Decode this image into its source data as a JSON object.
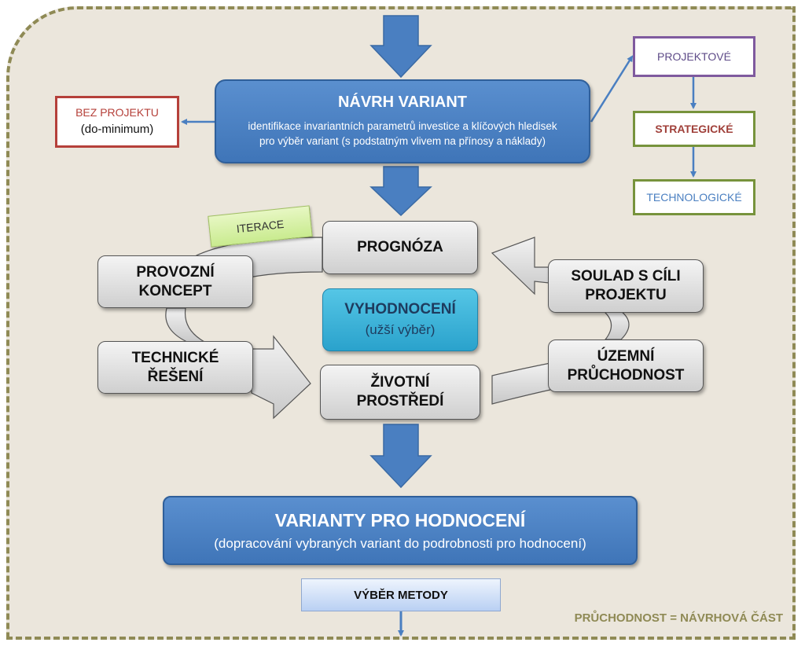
{
  "colors": {
    "blue": "#4a7fc1",
    "red": "#b5403a",
    "purple": "#7f5a9e",
    "green": "#77933c",
    "olive": "#8f8a55",
    "teal": "#33a9cf"
  },
  "navrh": {
    "title": "NÁVRH VARIANT",
    "desc_line1": "identifikace invariantních parametrů investice a klíčových hledisek",
    "desc_line2": "pro výběr variant (s podstatným vlivem na přínosy a náklady)"
  },
  "bez_projektu": {
    "line1": "BEZ PROJEKTU",
    "line2": "(do-minimum)"
  },
  "criteria": {
    "projektove": "PROJEKTOVÉ",
    "strategicke": "STRATEGICKÉ",
    "technologicke": "TECHNOLOGICKÉ"
  },
  "iterace": "ITERACE",
  "cycle": {
    "prognoza": "PROGNÓZA",
    "provozni_line1": "PROVOZNÍ",
    "provozni_line2": "KONCEPT",
    "technicke_line1": "TECHNICKÉ",
    "technicke_line2": "ŘEŠENÍ",
    "zivotni_line1": "ŽIVOTNÍ",
    "zivotni_line2": "PROSTŘEDÍ",
    "soulad_line1": "SOULAD S CÍLI",
    "soulad_line2": "PROJEKTU",
    "uzemni_line1": "ÚZEMNÍ",
    "uzemni_line2": "PRŮCHODNOST"
  },
  "vyhodnoceni": {
    "title": "VYHODNOCENÍ",
    "subtitle": "(užší výběr)"
  },
  "varianty": {
    "title": "VARIANTY PRO HODNOCENÍ",
    "subtitle": "(dopracování vybraných variant do podrobnosti pro hodnocení)"
  },
  "vyber_metody": "VÝBĚR METODY",
  "footer_label": "PRŮCHODNOST = NÁVRHOVÁ ČÁST"
}
